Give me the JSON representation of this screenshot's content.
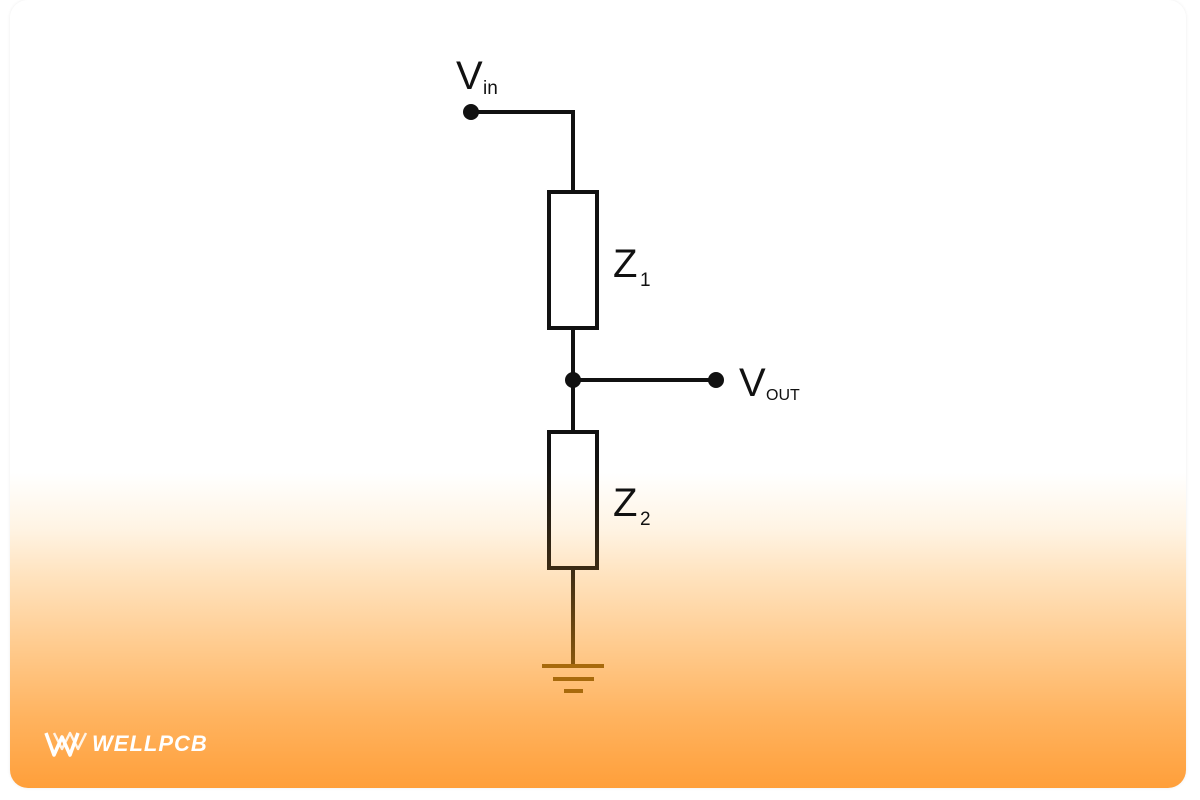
{
  "diagram": {
    "vin_label": "V",
    "vin_sub": "in",
    "vout_label": "V",
    "vout_sub": "OUT",
    "z1_label": "Z",
    "z1_sub": "1",
    "z2_label": "Z",
    "z2_sub": "2"
  },
  "logo": {
    "text": "WELLPCB"
  },
  "colors": {
    "wire": "#111111",
    "ground_fade": "#a0640a",
    "gradient_bottom": "#ff9f3a"
  }
}
